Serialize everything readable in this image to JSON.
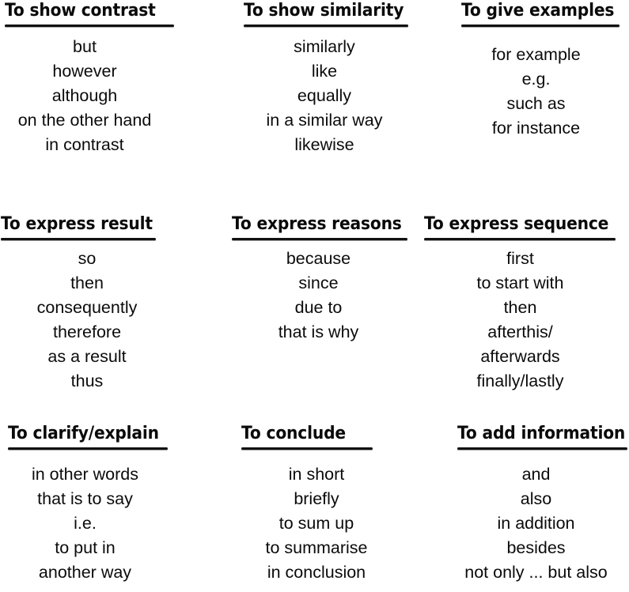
{
  "page": {
    "background_color": "#ffffff",
    "text_color": "#000000",
    "layout": "3x3 grid of linking-word categories"
  },
  "cells": [
    {
      "id": "to-show-contrast",
      "heading": "To show contrast",
      "items": [
        "but",
        "however",
        "although",
        "on the other hand",
        "in contrast"
      ]
    },
    {
      "id": "to-show-similarity",
      "heading": "To show similarity",
      "items": [
        "similarly",
        "like",
        "equally",
        "in a similar way",
        "likewise"
      ]
    },
    {
      "id": "to-give-examples",
      "heading": "To give examples",
      "items": [
        "for example",
        "e.g.",
        "such as",
        "for instance"
      ]
    },
    {
      "id": "to-express-result",
      "heading": "To express result",
      "items": [
        "so",
        "then",
        "consequently",
        "therefore",
        "as a result",
        "thus"
      ]
    },
    {
      "id": "to-express-reasons",
      "heading": "To express reasons",
      "items": [
        "because",
        "since",
        "due to",
        "that is why"
      ]
    },
    {
      "id": "to-express-sequence",
      "heading": "To express sequence",
      "items": [
        "first",
        "to start with",
        "then",
        "afterthis/",
        "afterwards",
        "finally/lastly"
      ]
    },
    {
      "id": "to-clarify-explain",
      "heading": "To clarify/explain",
      "items": [
        "in other words",
        "that is to say",
        "i.e.",
        "to put in",
        "another way"
      ]
    },
    {
      "id": "to-conclude",
      "heading": "To conclude",
      "items": [
        "in short",
        "briefly",
        "to sum up",
        "to summarise",
        "in conclusion"
      ]
    },
    {
      "id": "to-add-information",
      "heading": "To add information",
      "items": [
        "and",
        "also",
        "in addition",
        "besides",
        "not only ... but also"
      ]
    }
  ]
}
